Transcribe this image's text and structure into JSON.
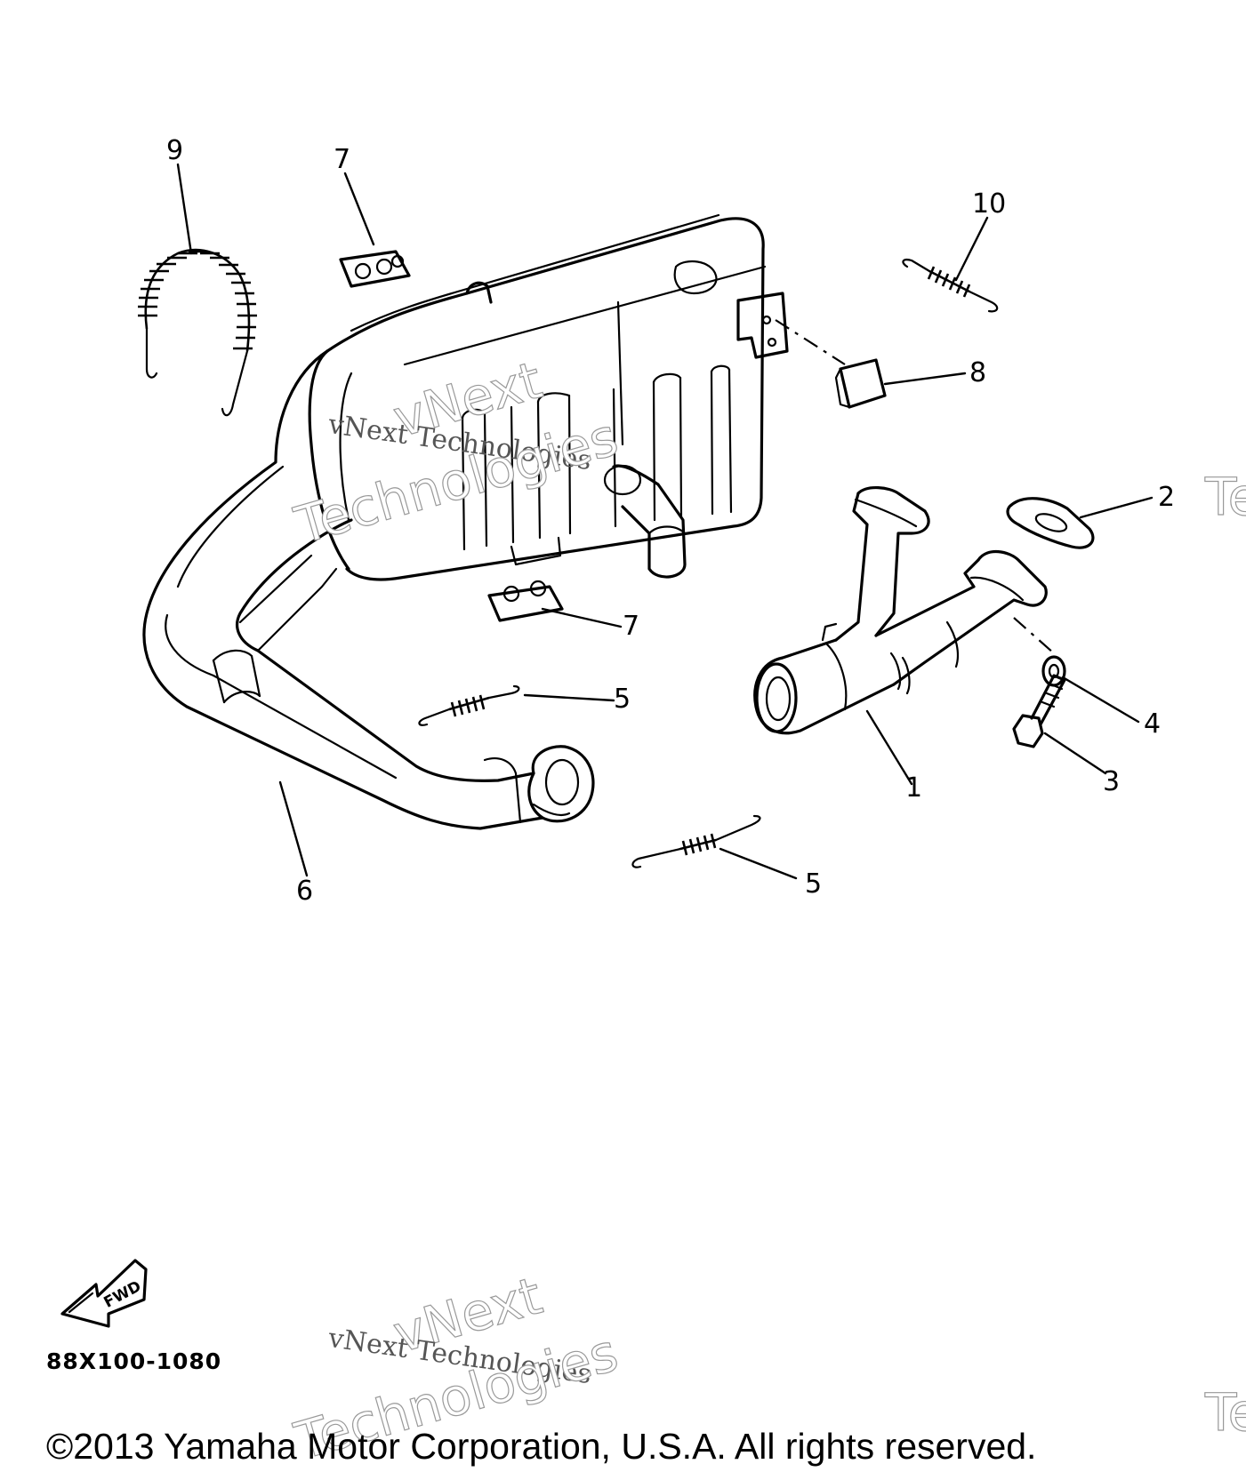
{
  "diagram": {
    "callouts": {
      "c1": "1",
      "c2": "2",
      "c3": "3",
      "c4": "4",
      "c5a": "5",
      "c5b": "5",
      "c6": "6",
      "c7a": "7",
      "c7b": "7",
      "c8": "8",
      "c9": "9",
      "c10": "10"
    },
    "fwd_label": "FWD",
    "code": "88X100-1080"
  },
  "watermark": {
    "brand": "vNext",
    "word": "Technologies",
    "line": "vNext Technologies",
    "edge": "Te"
  },
  "footer": {
    "copyright": "©2013 Yamaha Motor Corporation, U.S.A. All rights reserved."
  }
}
